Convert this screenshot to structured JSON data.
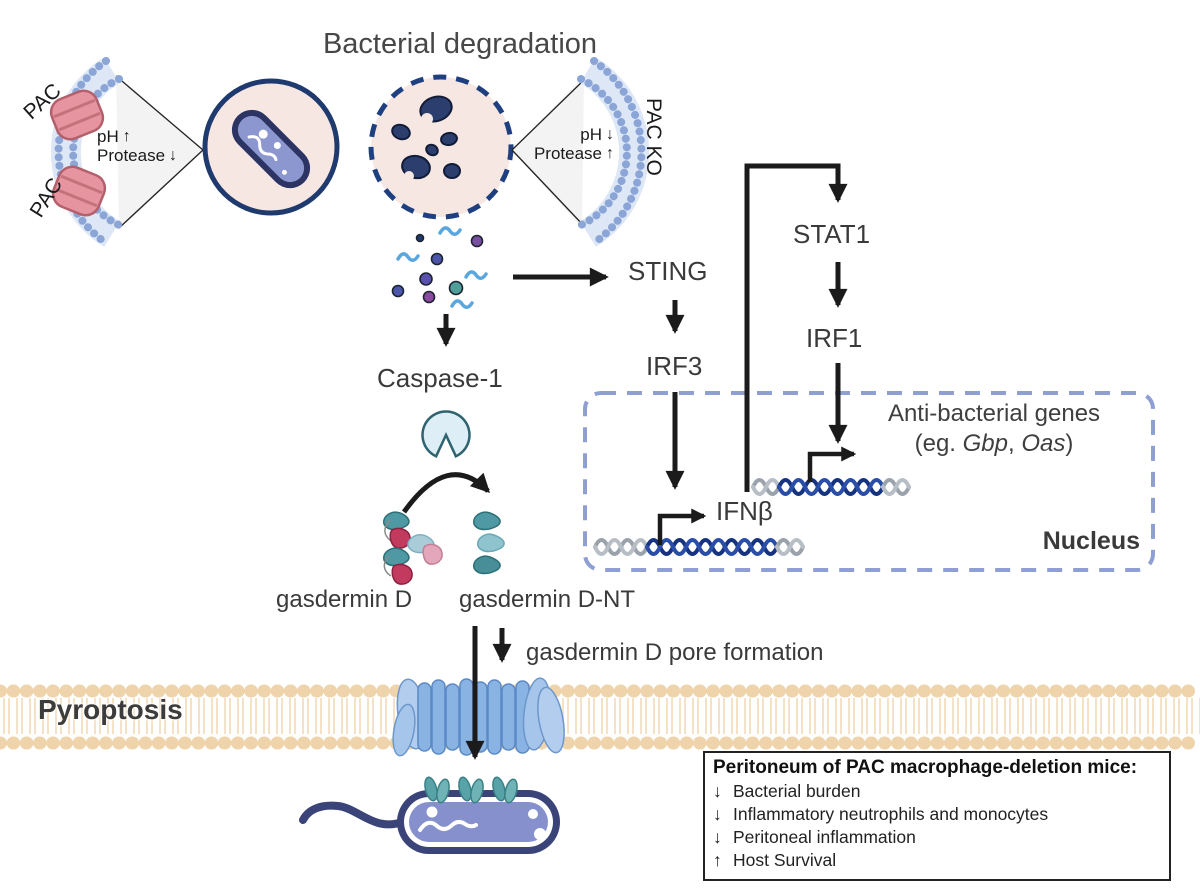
{
  "title": "Bacterial degradation",
  "left_phagosome": {
    "pac_label_top": "PAC",
    "pac_label_bottom": "PAC",
    "ph_label": "pH",
    "ph_arrow": "↑",
    "protease_label": "Protease",
    "protease_arrow": "↓"
  },
  "right_phagosome": {
    "ko_label": "PAC KO",
    "ph_label": "pH",
    "ph_arrow": "↓",
    "protease_label": "Protease",
    "protease_arrow": "↑"
  },
  "pathway": {
    "sting": "STING",
    "irf3": "IRF3",
    "stat1": "STAT1",
    "irf1": "IRF1",
    "ifnb": "IFNβ",
    "caspase1": "Caspase-1"
  },
  "nucleus": {
    "label": "Nucleus",
    "genes_line1": "Anti-bacterial genes",
    "genes_prefix": "(eg. ",
    "gene1": "Gbp",
    "genes_sep": ", ",
    "gene2": "Oas",
    "genes_suffix": ")"
  },
  "gasdermin": {
    "full": "gasdermin D",
    "nt": "gasdermin D-NT",
    "pore": "gasdermin D pore formation"
  },
  "pyroptosis_label": "Pyroptosis",
  "info_box": {
    "header": "Peritoneum of PAC macrophage-deletion mice:",
    "items": [
      {
        "arrow": "↓",
        "text": "Bacterial burden"
      },
      {
        "arrow": "↓",
        "text": "Inflammatory neutrophils and monocytes"
      },
      {
        "arrow": "↓",
        "text": "Peritoneal inflammation"
      },
      {
        "arrow": "↑",
        "text": "Host Survival"
      }
    ]
  },
  "colors": {
    "membrane_blue_dots": "#8aa5d6",
    "membrane_tan": "#efd4ab",
    "pac_channel_pink": "#e695a0",
    "phagosome_fill": "#f6e7e3",
    "bacterium_navy": "#2c3464",
    "bacterium_fill": "#8d97cf",
    "nucleus_dash": "#8f9fd4",
    "dna_navy": "#16337f",
    "gasdermin_teal": "#4e99a3",
    "gasdermin_red": "#c23b5e",
    "pore_blue": "#88b3e2",
    "arrow_black": "#1b1b1b"
  }
}
